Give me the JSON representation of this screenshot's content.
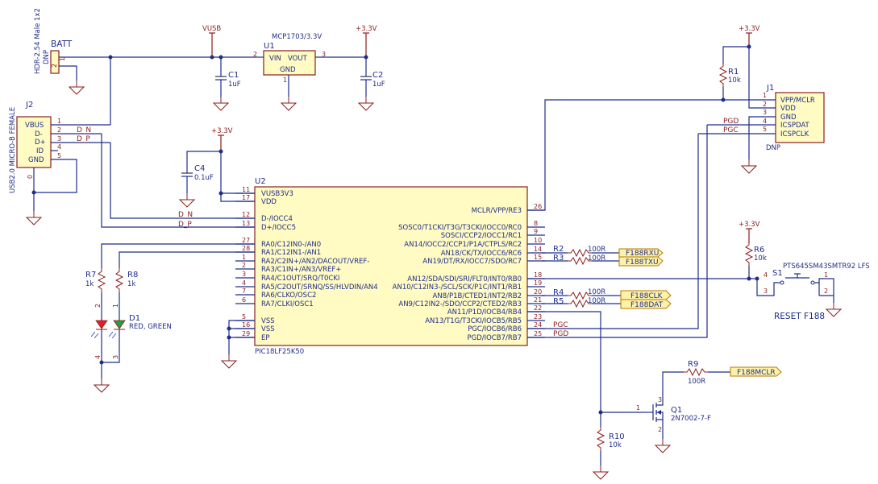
{
  "batt": {
    "ref": "BATT",
    "value": "HDR-2.54 Male 1x2",
    "dnp": "DNP",
    "pin1": "1",
    "pin2": "2"
  },
  "u1": {
    "ref": "U1",
    "value": "MCP1703/3.3V",
    "vin": "VIN",
    "vout": "VOUT",
    "gnd": "GND",
    "p1": "1",
    "p2": "2",
    "p3": "3"
  },
  "c1": {
    "ref": "C1",
    "value": "1uF"
  },
  "c2": {
    "ref": "C2",
    "value": "1uF"
  },
  "c4": {
    "ref": "C4",
    "value": "0.1uF"
  },
  "power": {
    "vusb": "VUSB",
    "v33": "+3.3V"
  },
  "j2": {
    "ref": "J2",
    "value": "USB2.0 MICRO-B FEMALE",
    "pins": [
      {
        "num": "1",
        "name": "VBUS"
      },
      {
        "num": "2",
        "name": "D-"
      },
      {
        "num": "3",
        "name": "D+"
      },
      {
        "num": "4",
        "name": "ID"
      },
      {
        "num": "5",
        "name": "GND"
      }
    ],
    "shield": "0"
  },
  "nets": {
    "dn": "D_N",
    "dp": "D_P",
    "pgc": "PGC",
    "pgd": "PGD"
  },
  "u2": {
    "ref": "U2",
    "value": "PIC18LF25K50",
    "left": [
      {
        "num": "11",
        "name": "VUSB3V3"
      },
      {
        "num": "17",
        "name": "VDD"
      },
      {
        "num": "12",
        "name": "D-/IOCC4"
      },
      {
        "num": "13",
        "name": "D+/IOCC5"
      },
      {
        "num": "27",
        "name": "RA0/C12IN0-/AN0"
      },
      {
        "num": "28",
        "name": "RA1/C12IN1-/AN1"
      },
      {
        "num": "1",
        "name": "RA2/C2IN+/AN2/DACOUT/VREF-"
      },
      {
        "num": "2",
        "name": "RA3/C1IN+/AN3/VREF+"
      },
      {
        "num": "3",
        "name": "RA4/C1OUT/SRQ/T0CKI"
      },
      {
        "num": "4",
        "name": "RA5/C2OUT/SRNQ/SS/HLVDIN/AN4"
      },
      {
        "num": "7",
        "name": "RA6/CLKO/OSC2"
      },
      {
        "num": "6",
        "name": "RA7/CLKI/OSC1"
      },
      {
        "num": "5",
        "name": "VSS"
      },
      {
        "num": "16",
        "name": "VSS"
      },
      {
        "num": "29",
        "name": "EP"
      }
    ],
    "right": [
      {
        "num": "26",
        "name": "MCLR/VPP/RE3"
      },
      {
        "num": "8",
        "name": "SOSC0/T1CKI/T3G/T3CKI/IOCC0/RC0"
      },
      {
        "num": "9",
        "name": "SOSCI/CCP2/IOCC1/RC1"
      },
      {
        "num": "10",
        "name": "AN14/IOCC2/CCP1/P1A/CTPLS/RC2"
      },
      {
        "num": "14",
        "name": "AN18/CK/TX/IOCC6/RC6"
      },
      {
        "num": "15",
        "name": "AN19/DT/RX/IOCC7/SDO/RC7"
      },
      {
        "num": "18",
        "name": "AN12/SDA/SDI/SRI/FLT0/INT0/RB0"
      },
      {
        "num": "19",
        "name": "AN10/C12IN3-/SCL/SCK/P1C/INT1/RB1"
      },
      {
        "num": "20",
        "name": "AN8/P1B/CTED1/INT2/RB2"
      },
      {
        "num": "21",
        "name": "AN9/C12IN2-/SDO/CCP2/CTED2/RB3"
      },
      {
        "num": "22",
        "name": "AN11/P1D/IOCB4/RB4"
      },
      {
        "num": "23",
        "name": "AN13/T1G/T3CKI/IOCB5/RB5"
      },
      {
        "num": "24",
        "name": "PGC/IOCB6/RB6"
      },
      {
        "num": "25",
        "name": "PGD/IOCB7/RB7"
      }
    ]
  },
  "r1": {
    "ref": "R1",
    "value": "10k"
  },
  "r2": {
    "ref": "R2",
    "value": "100R"
  },
  "r3": {
    "ref": "R3",
    "value": "100R"
  },
  "r4": {
    "ref": "R4",
    "value": "100R"
  },
  "r5": {
    "ref": "R5",
    "value": "100R"
  },
  "r6": {
    "ref": "R6",
    "value": "10k"
  },
  "r7": {
    "ref": "R7",
    "value": "1k"
  },
  "r8": {
    "ref": "R8",
    "value": "1k"
  },
  "r9": {
    "ref": "R9",
    "value": "100R"
  },
  "r10": {
    "ref": "R10",
    "value": "10k"
  },
  "d1": {
    "ref": "D1",
    "value": "RED, GREEN",
    "p1": "1",
    "p2": "2",
    "p3": "3",
    "p4": "4"
  },
  "q1": {
    "ref": "Q1",
    "value": "2N7002-7-F",
    "p1": "1",
    "p2": "2",
    "p3": "3"
  },
  "s1": {
    "ref": "S1",
    "value": "PTS645SM43SMTR92 LFS",
    "label": "RESET F188",
    "p1": "1",
    "p2": "2",
    "p3": "3",
    "p4": "4"
  },
  "j1": {
    "ref": "J1",
    "dnp": "DNP",
    "pins": [
      {
        "num": "1",
        "name": "VPP/MCLR"
      },
      {
        "num": "2",
        "name": "VDD"
      },
      {
        "num": "3",
        "name": "GND"
      },
      {
        "num": "4",
        "name": "ICSPDAT"
      },
      {
        "num": "5",
        "name": "ICSPCLK"
      }
    ]
  },
  "flags": {
    "rxu": "F188RXU",
    "txu": "F188TXU",
    "clk": "F188CLK",
    "dat": "F188DAT",
    "mclr": "F188MCLR"
  }
}
